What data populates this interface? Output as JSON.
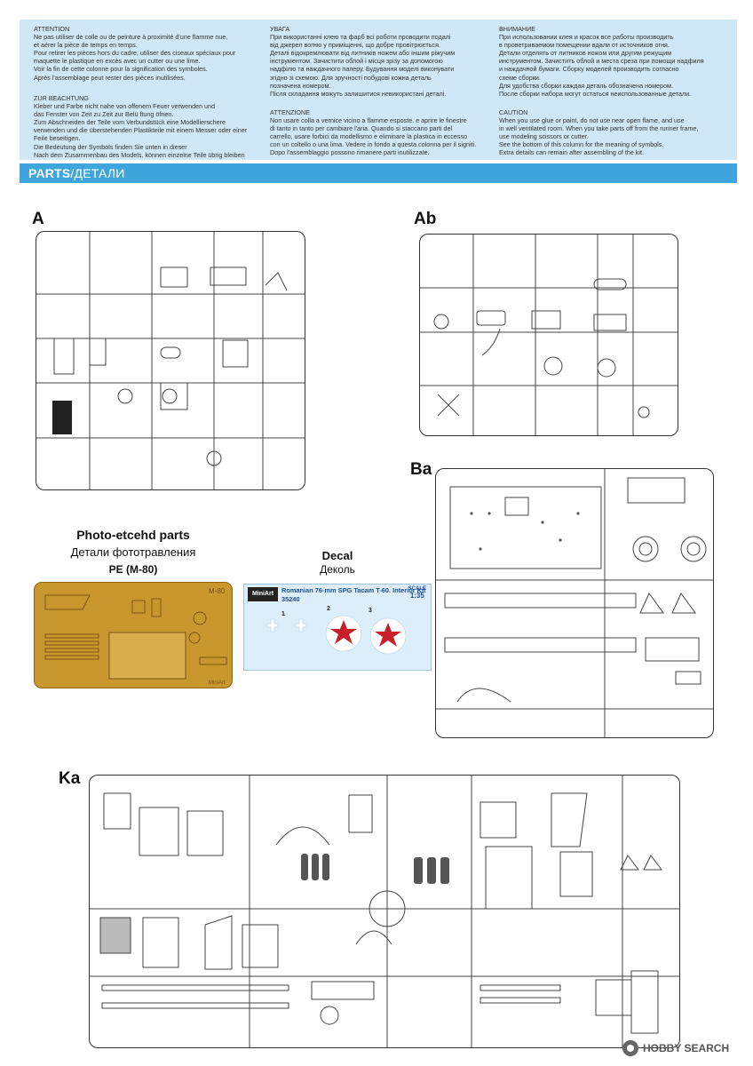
{
  "warnings": [
    {
      "heading": "ATTENTION",
      "text": "Ne pas utiliser de colle ou de peinture à proximité d'une flamme nue,\net aérer la pièce de temps en temps.\nPour retirer les pièces hors du cadre, utiliser des ciseaux spéciaux pour\nmaquette le plastique en excès avec un cutter ou une lime.\nVoir la fin de cette colonne pour la signification des symboles.\nAprès l'assemblage peut rester des pièces inutilisées."
    },
    {
      "heading": "ZUR BEACHTUNG",
      "text": "Kleber und Farbe nicht nahe von offenem Feuer verwenden und\ndas Fenster von Zeit zu Zeit zur Belü ftung öfnen.\nZum Abschneiden der Teile vom Verbundstück eine Modellierschere\nverwenden und die überstehenden Plastikteile mit einem Messer oder einer\nFeile beseitigen.\nDie Bedeutung der Symbols finden Sie unten in dieser\nNach dem Zusammenbau des Models, können einzelne Teile übrig bleiben"
    },
    {
      "heading": "УВАГА",
      "text": "При використанні клею та фарб всі роботи проводити подалі\nвід джерел вогню у приміщенні, що добре провітрюється.\nДеталі відокремлювати від литників ножем або іншим ріжучим\nінструментом. Зачистити облой і місця зрізу за допомогою\nнадфілю та наждачного паперу. Будування моделі виконувати\nзгідно зі схемою. Для зручності побудові кожна деталь\nпозначена номером.\nПісля складання можуть залишитися невикористані деталі."
    },
    {
      "heading": "ATTENZIONE",
      "text": "Non usare colla a vernice vicino a flamme esposte. e aprire le finestre\ndi tanto in tanto per cambiare l'aria. Quando si staccano parti del\ncarrello, usare forbici da modellismo e eliminare la plastica in eccesso\ncon un coltello o una lima. Vedere in fondo a questa colonna  per il signiti.\nDopo l'assemblaggio possono rimanere parti inutilizzate."
    },
    {
      "heading": "ВНИМАНИЕ",
      "text": "При использовании клея и красок все работы производить\nв проветриваемом помещении вдали от источников огня.\nДетали отделять от литников ножом или другим режущим\nинструментом. Зачистить облой и места среза при помощи надфиля\nи наждачной бумаги. Сборку моделей производить согласно\nсхеме сборки.\nДля удобства сборки каждая деталь обозначена номером.\nПосле сборки набора могут остаться неиспользованные детали."
    },
    {
      "heading": "CAUTION",
      "text": "When you use glue or paint, do not use near open flame, and use\nin well ventilated room. When you take parts off from the runner frame,\nuse modeling scissors or cutter.\nSee the bottom of this column for the meaning of symbols.\nExtra details can remain after assembling of the kit."
    }
  ],
  "parts_header": {
    "bold": "PARTS",
    "rest": "/ДЕТАЛИ"
  },
  "sprues": {
    "a": "A",
    "ab": "Ab",
    "ba": "Ba",
    "ka": "Ka"
  },
  "photoetch": {
    "title": "Photo-etcehd parts",
    "title_ru": "Детали фототравления",
    "code": "PE (M-80)",
    "sheet_mark": "M-80",
    "brand": "MiniArt"
  },
  "decal": {
    "title": "Decal",
    "title_ru": "Деколь",
    "brand": "MiniArt",
    "kit_name": "Romanian 76-mm SPG Tacam T-60. Interior Kit",
    "kit_code": "35240",
    "scale_label": "SCALE",
    "scale": "1:35",
    "numbers": [
      "1",
      "2",
      "3"
    ],
    "colors": {
      "star": "#c8202a",
      "cross": "#ffffff",
      "roundel": "#ffffff"
    }
  },
  "watermark": {
    "text": "HOBBY SEARCH"
  },
  "colors": {
    "warning_bg": "#cfe7f6",
    "parts_bar": "#3ea6dc",
    "pe_brass": "#c8972e"
  }
}
